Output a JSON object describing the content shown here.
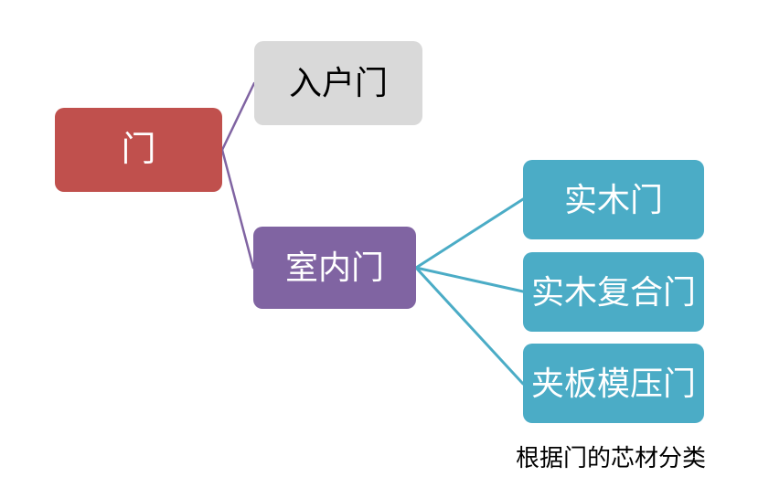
{
  "diagram": {
    "root": {
      "label": "门",
      "fill": "#c0504d",
      "text_color": "#ffffff"
    },
    "children": [
      {
        "label": "入户门",
        "fill": "#d9d9d9",
        "text_color": "#000000"
      },
      {
        "label": "室内门",
        "fill": "#8064a2",
        "text_color": "#ffffff"
      }
    ],
    "grandchildren": [
      {
        "label": "实木门",
        "fill": "#4bacc6",
        "text_color": "#ffffff"
      },
      {
        "label": "实木复合门",
        "fill": "#4bacc6",
        "text_color": "#ffffff"
      },
      {
        "label": "夹板模压门",
        "fill": "#4bacc6",
        "text_color": "#ffffff"
      }
    ],
    "caption": "根据门的芯材分类",
    "connectors": {
      "level1_color": "#8064a2",
      "level2_color": "#4bacc6"
    },
    "background": "#ffffff"
  }
}
